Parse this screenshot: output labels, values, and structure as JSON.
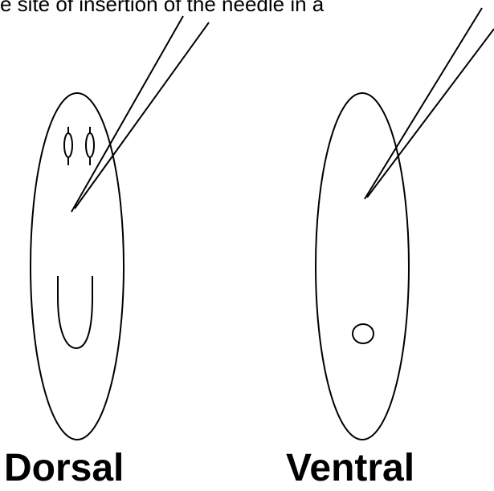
{
  "caption": "e site of insertion of the needle in a",
  "labels": {
    "dorsal": "Dorsal",
    "ventral": "Ventral"
  },
  "colors": {
    "line": "#000000",
    "background": "#ffffff"
  }
}
